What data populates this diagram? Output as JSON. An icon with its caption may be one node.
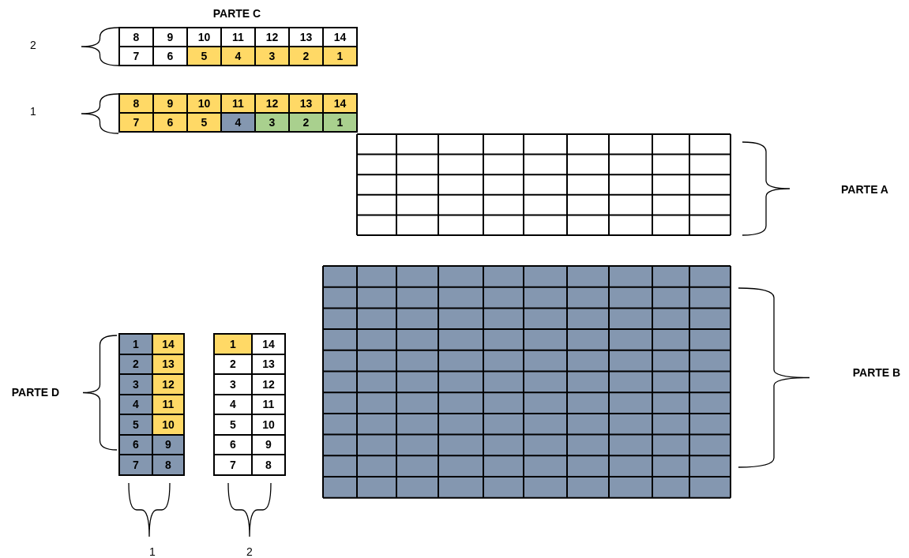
{
  "diagram": {
    "labels": [
      "PARTE C",
      "2",
      "8",
      "9",
      "10",
      "11",
      "12",
      "13",
      "14",
      "7",
      "6",
      "5",
      "4",
      "3",
      "2",
      "1",
      "1",
      "8",
      "9",
      "10",
      "11",
      "12",
      "13",
      "14",
      "7",
      "6",
      "5",
      "4",
      "3",
      "2",
      "1",
      "PARTE A",
      "PARTE B",
      "PARTE D",
      "1",
      "14",
      "2",
      "13",
      "3",
      "12",
      "4",
      "11",
      "5",
      "10",
      "6",
      "9",
      "7",
      "8",
      "1",
      "14",
      "2",
      "13",
      "3",
      "12",
      "4",
      "11",
      "5",
      "10",
      "6",
      "9",
      "7",
      "8",
      "1",
      "2"
    ]
  }
}
